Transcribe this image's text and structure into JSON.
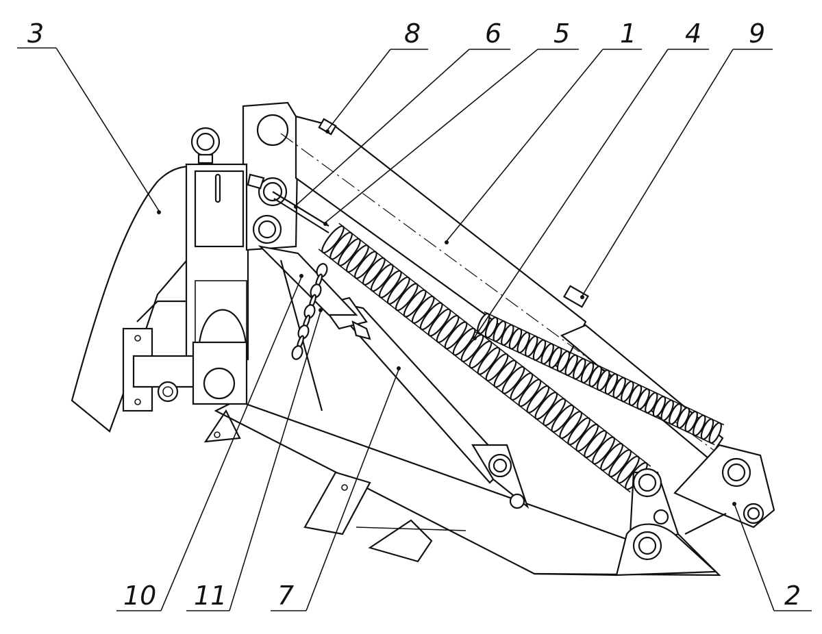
{
  "callouts": [
    {
      "id": "3",
      "text": "3"
    },
    {
      "id": "8",
      "text": "8"
    },
    {
      "id": "6",
      "text": "6"
    },
    {
      "id": "5",
      "text": "5"
    },
    {
      "id": "1",
      "text": "1"
    },
    {
      "id": "4",
      "text": "4"
    },
    {
      "id": "9",
      "text": "9"
    },
    {
      "id": "10",
      "text": "10"
    },
    {
      "id": "11",
      "text": "11"
    },
    {
      "id": "7",
      "text": "7"
    },
    {
      "id": "2",
      "text": "2"
    }
  ]
}
